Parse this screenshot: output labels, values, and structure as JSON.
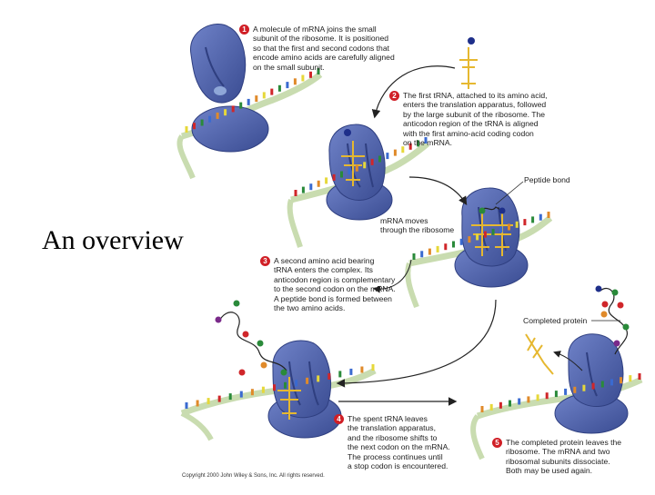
{
  "title": "An overview",
  "steps": [
    {
      "num": "1",
      "lines": [
        "A molecule of mRNA joins the small",
        "subunit of the ribosome. It is positioned",
        "so that the first and second codons that",
        "encode amino acids are carefully aligned",
        "on the small subunit."
      ]
    },
    {
      "num": "2",
      "lines": [
        "The first tRNA, attached to its amino acid,",
        "enters the translation apparatus, followed",
        "by the large subunit of the ribosome. The",
        "anticodon region of the tRNA is aligned",
        "with the first amino-acid coding codon",
        "on the mRNA."
      ]
    },
    {
      "num": "3",
      "lines": [
        "A second amino acid bearing",
        "tRNA enters the complex. Its",
        "anticodon region is complementary",
        "to the second codon on the mRNA.",
        "A  peptide bond is formed between",
        "the two amino acids."
      ]
    },
    {
      "num": "4",
      "lines": [
        "The spent tRNA leaves",
        "the translation apparatus,",
        "and the ribosome shifts to",
        "the next codon on the mRNA.",
        "The process continues until",
        "a stop codon is encountered."
      ]
    },
    {
      "num": "5",
      "lines": [
        "The completed protein leaves the",
        "ribosome. The mRNA and two",
        "ribosomal subunits dissociate.",
        "Both may be used again."
      ]
    }
  ],
  "labels": {
    "peptide_bond": "Peptide bond",
    "mrna_moves": [
      "mRNA moves",
      "through the ribosome"
    ],
    "completed_protein": "Completed protein"
  },
  "copyright": "Copyright 2000 John Wiley & Sons, Inc. All rights reserved.",
  "colors": {
    "ribosome": "#4a5fa8",
    "ribosome_dark": "#2f3f80",
    "mrna": "#c9dcb0",
    "trna": "#e6b830",
    "step_badge": "#d01f26",
    "amino_acids": [
      "#1e2f8a",
      "#2a8a3a",
      "#d0262a",
      "#e08a2a",
      "#7a2a8a"
    ]
  }
}
